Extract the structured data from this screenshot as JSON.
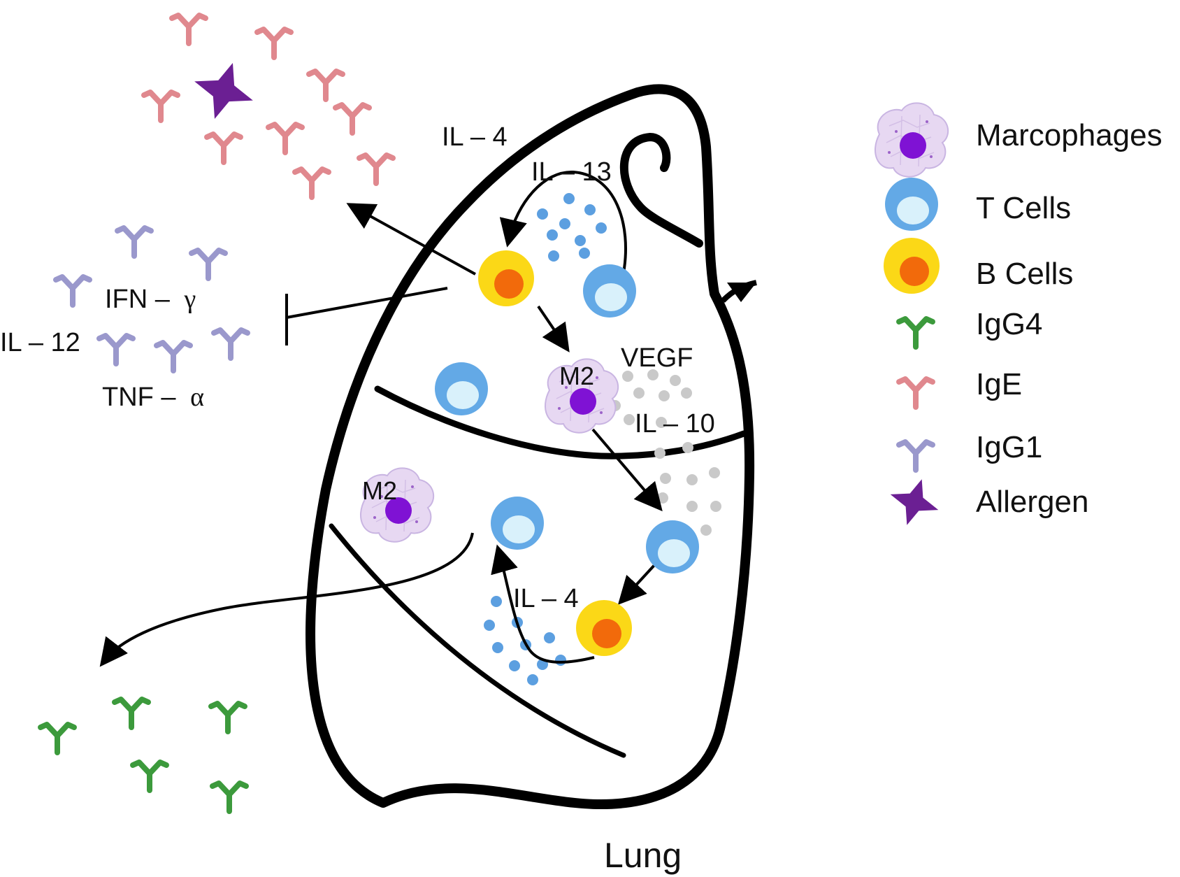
{
  "colors": {
    "macrophage_body": "#e7d8f2",
    "macrophage_nucleus": "#7f12d4",
    "t_cell": "#63a9e6",
    "t_cell_inner": "#d9f1fb",
    "b_cell": "#fbd817",
    "b_cell_inner": "#f26a0b",
    "igg4": "#3c9a3c",
    "ige": "#e0888e",
    "igg1": "#9a98cc",
    "allergen": "#6b1f93",
    "cytokine_il4": "#5c9fe0",
    "cytokine_vegf": "#c9c9c9",
    "outline": "#000000"
  },
  "labels": {
    "il4_top": "IL – 4",
    "il13": "IL – 13",
    "ifn_gamma_prefix": "IFN –",
    "ifn_gamma_symbol": "γ",
    "il12": "IL – 12",
    "tnf_alpha_prefix": "TNF –",
    "tnf_alpha_symbol": "α",
    "vegf": "VEGF",
    "il10": "IL – 10",
    "m2_upper": "M2",
    "m2_lower": "M2",
    "il4_bottom": "IL – 4",
    "lung": "Lung"
  },
  "legend": {
    "items": [
      {
        "label": "Marcophages",
        "icon": "macrophage-icon"
      },
      {
        "label": "T Cells",
        "icon": "t-cell-icon"
      },
      {
        "label": "B Cells",
        "icon": "b-cell-icon"
      },
      {
        "label": "IgG4",
        "icon": "igg4-antibody-icon"
      },
      {
        "label": "IgE",
        "icon": "ige-antibody-icon"
      },
      {
        "label": "IgG1",
        "icon": "igg1-antibody-icon"
      },
      {
        "label": "Allergen",
        "icon": "allergen-star-icon"
      }
    ]
  }
}
